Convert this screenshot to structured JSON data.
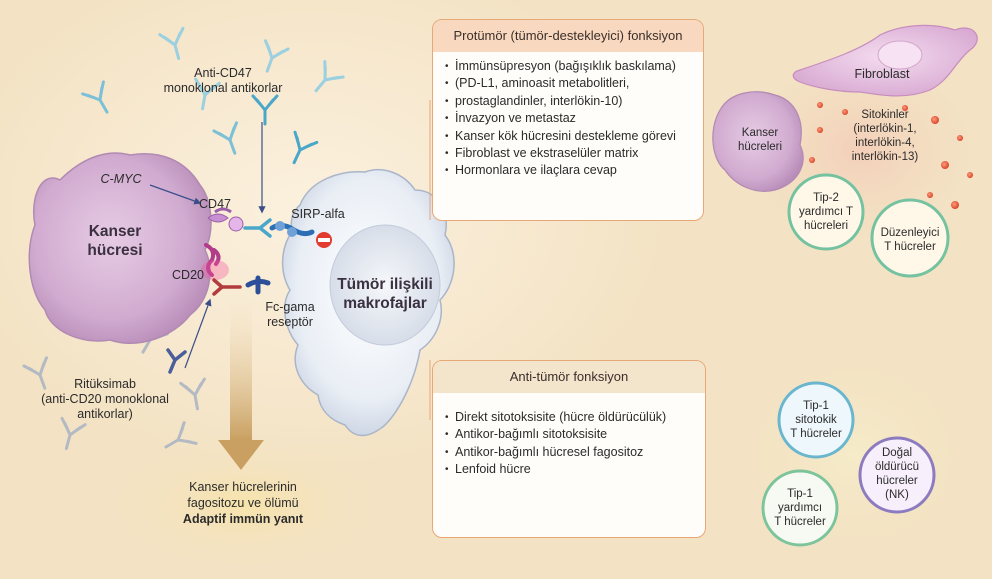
{
  "labels": {
    "anti_cd47": "Anti-CD47\nmonoklonal antikorlar",
    "c_myc": "C-MYC",
    "cd47": "CD47",
    "cancer_cell": "Kanser\nhücresi",
    "cd20": "CD20",
    "sirp_alfa": "SIRP-alfa",
    "fc_gamma": "Fc-gama\nreseptör",
    "macrophage": "Tümör ilişkili\nmakrofajlar",
    "rituximab": "Ritüksimab\n(anti-CD20 monoklonal\nantikorlar)",
    "outcome_line1": "Kanser hücrelerinin",
    "outcome_line2": "fagositozu ve ölümü",
    "outcome_line3": "Adaptif immün yanıt"
  },
  "protumor": {
    "title": "Protümör (tümör-destekleyici) fonksiyon",
    "items": [
      "İmmünsüpresyon (bağışıklık baskılama)",
      "(PD-L1, aminoasit metabolitleri,",
      "prostaglandinler, interlökin-10)",
      "İnvazyon ve metastaz",
      "Kanser kök hücresini destekleme görevi",
      "Fibroblast ve ekstraselüler matrix",
      "Hormonlara ve ilaçlara cevap"
    ]
  },
  "antitumor": {
    "title": "Anti-tümör fonksiyon",
    "items": [
      "Direkt sitotoksisite (hücre öldürücülük)",
      "Antikor-bağımlı sitotoksisite",
      "Antikor-bağımlı hücresel fagositoz",
      "Lenfoid hücre"
    ]
  },
  "micro_env": {
    "fibroblast": "Fibroblast",
    "cancer_cells": "Kanser\nhücreleri",
    "cytokines": "Sitokinler\n(interlökin-1,\ninterlökin-4,\ninterlökin-13)",
    "th2": "Tip-2\nyardımcı T\nhücreleri",
    "treg": "Düzenleyici\nT hücreler"
  },
  "anti_cells": {
    "tc1": "Tip-1\nsitotokik\nT hücreler",
    "nk": "Doğal\nöldürücü\nhücreler\n(NK)",
    "th1": "Tip-1\nyardımcı\nT hücreler"
  },
  "colors": {
    "cancer_cell": "#c9a3c9",
    "macrophage": "#e8ecf3",
    "box_border": "#e7a777",
    "antibody_blue": "#4aa7c9",
    "antibody_gray": "#a0aab4"
  }
}
